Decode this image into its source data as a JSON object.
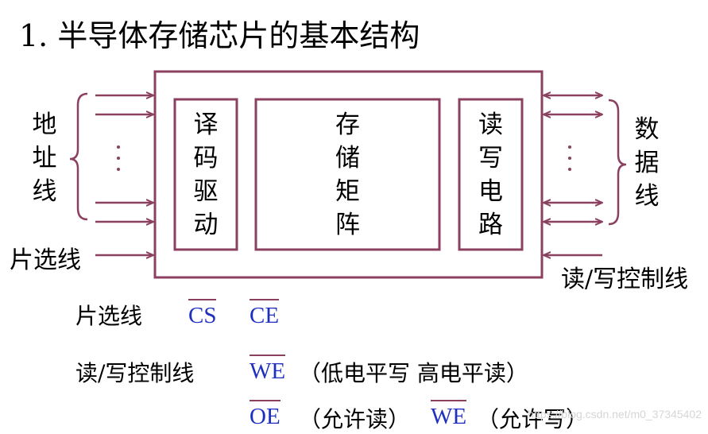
{
  "title": "1. 半导体存储芯片的基本结构",
  "chip": {
    "decoder": "译\n码\n驱\n动",
    "matrix": "存\n储\n矩\n阵",
    "rw_circuit": "读\n写\n电\n路"
  },
  "sides": {
    "address_lines": "地\n址\n线",
    "data_lines": "数\n据\n线",
    "chip_select": "片选线",
    "rw_control": "读/写控制线"
  },
  "legend": {
    "cs_label": "片选线",
    "cs": "CS",
    "ce": "CE",
    "rw_label": "读/写控制线",
    "we": "WE",
    "we_note": "（低电平写  高电平读）",
    "oe": "OE",
    "oe_note": "（允许读）",
    "we2": "WE",
    "we2_note": "（允许写）"
  },
  "watermark": "https://blog.csdn.net/m0_37345402",
  "colors": {
    "line": "#8b4060",
    "signal": "#1f2fc0"
  }
}
